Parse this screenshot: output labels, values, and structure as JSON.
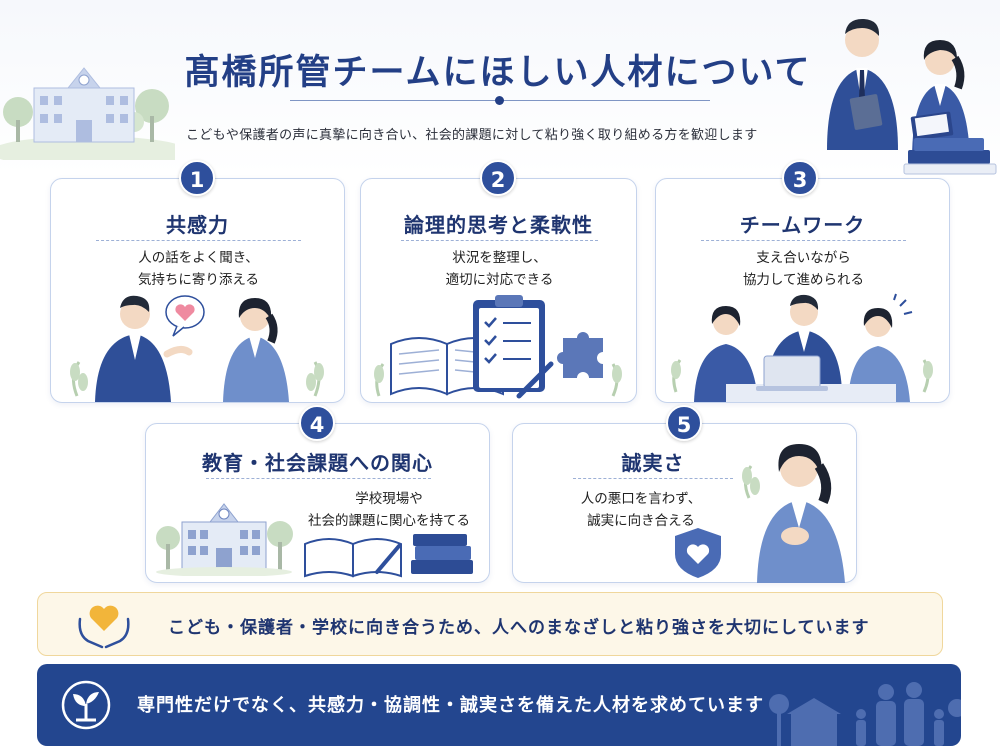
{
  "header": {
    "title": "髙橋所管チームにほしい人材について",
    "subtitle": "こどもや保護者の声に真摯に向き合い、社会的課題に対して粘り強く取り組める方を歓迎します"
  },
  "cards": [
    {
      "number": "1",
      "title": "共感力",
      "desc_lines": [
        "人の話をよく聞き、",
        "気持ちに寄り添える"
      ],
      "illustration": "two-people-conversation-heart-bubble"
    },
    {
      "number": "2",
      "title": "論理的思考と柔軟性",
      "desc_lines": [
        "状況を整理し、",
        "適切に対応できる"
      ],
      "illustration": "book-checklist-puzzle-icon"
    },
    {
      "number": "3",
      "title": "チームワーク",
      "desc_lines": [
        "支え合いながら",
        "協力して進められる"
      ],
      "illustration": "team-meeting-laptop"
    },
    {
      "number": "4",
      "title": "教育・社会課題への関心",
      "desc_lines": [
        "学校現場や",
        "社会的課題に関心を持てる"
      ],
      "illustration": "school-books-pen"
    },
    {
      "number": "5",
      "title": "誠実さ",
      "desc_lines": [
        "人の悪口を言わず、",
        "誠実に向き合える"
      ],
      "illustration": "person-hand-on-chest-shield-heart"
    }
  ],
  "banner_yellow": {
    "text": "こども・保護者・学校に向き合うため、人へのまなざしと粘り強さを大切にしています",
    "icon": "hands-heart-icon"
  },
  "banner_blue": {
    "text": "専門性だけでなく、共感力・協調性・誠実さを備えた人材を求めています",
    "icon": "sprout-icon"
  },
  "colors": {
    "navy": "#233f86",
    "card_border": "#c5d3ec",
    "yellow_bg": "#fdf7e8",
    "blue_bar": "#23468f"
  }
}
